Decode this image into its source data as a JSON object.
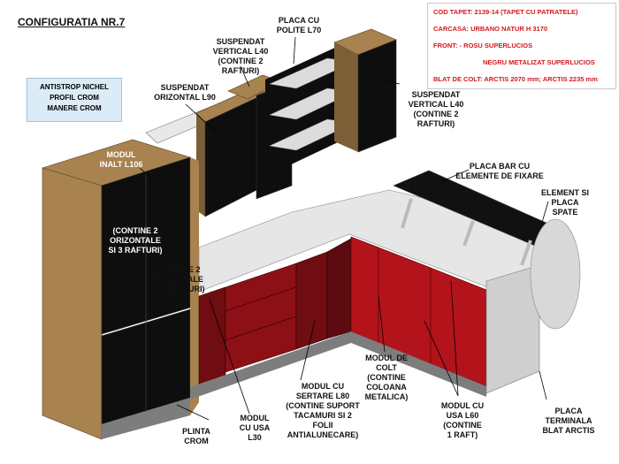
{
  "title": "CONFIGURATIA NR.7",
  "legend": [
    "ANTISTROP NICHEL",
    "PROFIL CROM",
    "MANERE CROM"
  ],
  "specs": [
    "COD TAPET: 2139-14 (TAPET CU PATRATELE)",
    "CARCASA:  URBANO NATUR H 3170",
    "FRONT:  -     ROSU SUPERLUCIOS",
    "NEGRU METALIZAT SUPERLUCIOS",
    "BLAT DE COLT: ARCTIS 2070 mm; ARCTIS 2235 mm"
  ],
  "labels": {
    "suspendat_vertical_left": "SUSPENDAT\nVERTICAL L40\n(CONTINE 2\nRAFTURI)",
    "placa_poliite": "PLACA CU\nPOLITE L70",
    "suspendat_orizontal": "SUSPENDAT\nORIZONTAL L90",
    "suspendat_vertical_right": "SUSPENDAT\nVERTICAL L40\n(CONTINE 2\nRAFTURI)",
    "modul_inalt": "MODUL\nINALT L106",
    "contine_2_upper": "(CONTINE 2\nORIZONTALE\nSI 3 RAFTURI)",
    "contine_2_lower": "(CONTINE 2\nORIZONTALE\nSI 3 RAFTURI)",
    "placa_bar": "PLACA BAR CU\nELEMENTE DE FIXARE",
    "element_placa": "ELEMENT SI\nPLACA SPATE",
    "modul_colt": "MODUL DE\nCOLT\n(CONTINE\nCOLOANA\nMETALICA)",
    "modul_sertare": "MODUL CU\nSERTARE L80\n(CONTINE SUPORT\nTACAMURI SI 2\nFOLII\nANTIALUNECARE)",
    "modul_usa_160": "MODUL CU\nUSA L60\n(CONTINE\n1 RAFT)",
    "plinta": "PLINTA\nCROM",
    "modul_usa_30": "MODUL\nCU USA\nL30",
    "placa_terminala": "PLACA\nTERMINALA\nBLAT ARCTIS"
  },
  "colors": {
    "wood": "#a8824f",
    "wood_dark": "#7d5f37",
    "black_front": "#0e0e0e",
    "red_front": "#b3131b",
    "red_dark": "#6f0d12",
    "counter": "#e6e6e6",
    "plinth": "#7d7d7d",
    "spec_text": "#d4181f"
  }
}
